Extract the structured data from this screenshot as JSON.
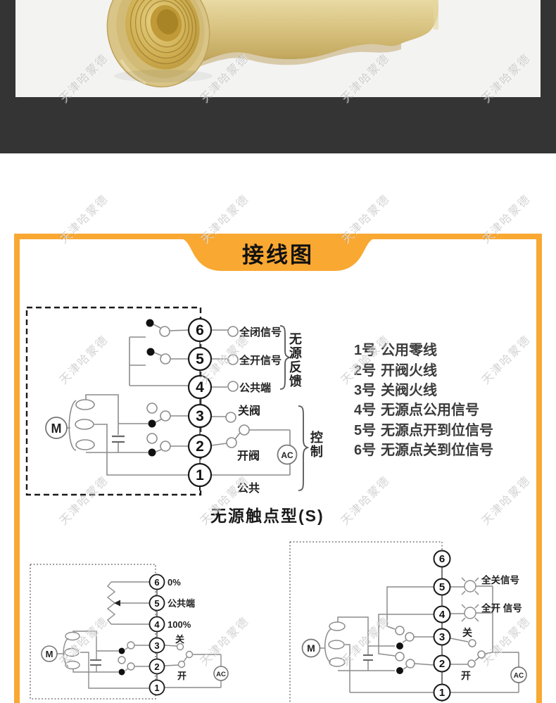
{
  "watermark": {
    "text": "天津哈蒙德"
  },
  "colors": {
    "accent_orange": "#F9A832",
    "dark_band": "#343434",
    "photo_bg": "#F3F3F2"
  },
  "section_title": "接线图",
  "main_diagram": {
    "terminals": [
      "6",
      "5",
      "4",
      "3",
      "2",
      "1"
    ],
    "labels": {
      "t6": "全闭信号",
      "t5": "全开信号",
      "t4": "公共端",
      "t3": "关阀",
      "t2": "开阀",
      "t1": "公共"
    },
    "feedback_group": "无源反馈",
    "control_group": "控制",
    "motor": "M",
    "power": "AC",
    "caption": "无源触点型(S)"
  },
  "terminal_legend": [
    {
      "no": "1号",
      "desc": "公用零线"
    },
    {
      "no": "2号",
      "desc": "开阀火线"
    },
    {
      "no": "3号",
      "desc": "关阀火线"
    },
    {
      "no": "4号",
      "desc": "无源点公用信号"
    },
    {
      "no": "5号",
      "desc": "无源点开到位信号"
    },
    {
      "no": "6号",
      "desc": "无源点关到位信号"
    }
  ],
  "left_diagram": {
    "terminals": [
      "6",
      "5",
      "4",
      "3",
      "2",
      "1"
    ],
    "labels": {
      "t6": "0%",
      "t5": "公共端",
      "t4": "100%",
      "t3": "关",
      "t2": "开"
    },
    "motor": "M",
    "power": "AC"
  },
  "right_diagram": {
    "terminals": [
      "6",
      "5",
      "4",
      "3",
      "2",
      "1"
    ],
    "labels": {
      "t5": "全关信号",
      "t4": "全开 信号",
      "t3": "关",
      "t2": "开"
    },
    "motor": "M",
    "power": "AC"
  }
}
